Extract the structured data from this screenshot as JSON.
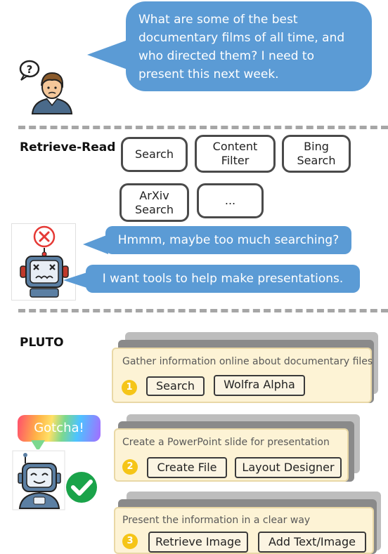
{
  "user_question": {
    "lines": [
      "What are some of the best",
      "documentary films of all time, and",
      "who directed them? I need to",
      "present this next week."
    ]
  },
  "retrieve_read": {
    "title": "Retrieve-Read",
    "tools": [
      {
        "line1": "Search",
        "line2": ""
      },
      {
        "line1": "Content",
        "line2": "Filter"
      },
      {
        "line1": "Bing",
        "line2": "Search"
      },
      {
        "line1": "ArXiv",
        "line2": "Search"
      },
      {
        "line1": "...",
        "line2": ""
      }
    ],
    "robot_bubble_1": "Hmmm, maybe too much searching?",
    "robot_bubble_2": "I want tools to help make presentations."
  },
  "pluto": {
    "title": "PLUTO",
    "gotcha": "Gotcha!",
    "steps": [
      {
        "num": "1",
        "text": "Gather information online about documentary files",
        "tools": [
          "Search",
          "Wolfra Alpha"
        ]
      },
      {
        "num": "2",
        "text": "Create a PowerPoint slide for presentation",
        "tools": [
          "Create File",
          "Layout Designer"
        ]
      },
      {
        "num": "3",
        "text": "Present the information in a clear way",
        "tools": [
          "Retrieve Image",
          "Add Text/Image"
        ]
      }
    ]
  },
  "colors": {
    "bubble_blue": "#5b9bd5",
    "card_fill": "#fdf3d5",
    "step_number": "#f5c518",
    "fail_red": "#e53935",
    "success_green": "#1aa34a"
  },
  "icons": [
    "question-icon",
    "person-icon",
    "cross-icon",
    "sad-robot-icon",
    "happy-robot-icon",
    "check-icon"
  ]
}
